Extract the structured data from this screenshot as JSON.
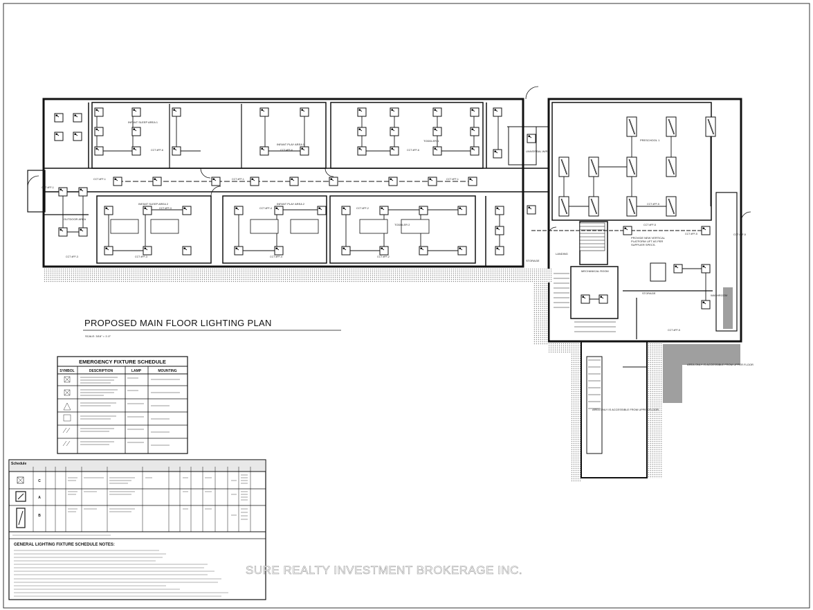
{
  "drawing": {
    "title": "PROPOSED MAIN FLOOR LIGHTING PLAN",
    "scale_note": "SCALE: 3/16\" = 1'-0\"",
    "watermark": "SURE REALTY INVESTMENT BROKERAGE INC."
  },
  "emergency_schedule": {
    "title": "EMERGENCY FIXTURE SCHEDULE",
    "headers": [
      "SYMBOL",
      "DESCRIPTION",
      "LAMP",
      "MOUNTING"
    ]
  },
  "fixture_schedule": {
    "title": "Schedule",
    "notes_title": "GENERAL LIGHTING FIXTURE SCHEDULE NOTES:",
    "rows": [
      {
        "label": "C"
      },
      {
        "label": "A"
      },
      {
        "label": "B"
      }
    ]
  },
  "annotations": {
    "upper_floor_area": "AREA ONLY IS ACCESSIBLE FROM UPPER FLOOR",
    "stair_area": "AREA ONLY IS ACCESSIBLE FROM UPPER FLOOR"
  }
}
